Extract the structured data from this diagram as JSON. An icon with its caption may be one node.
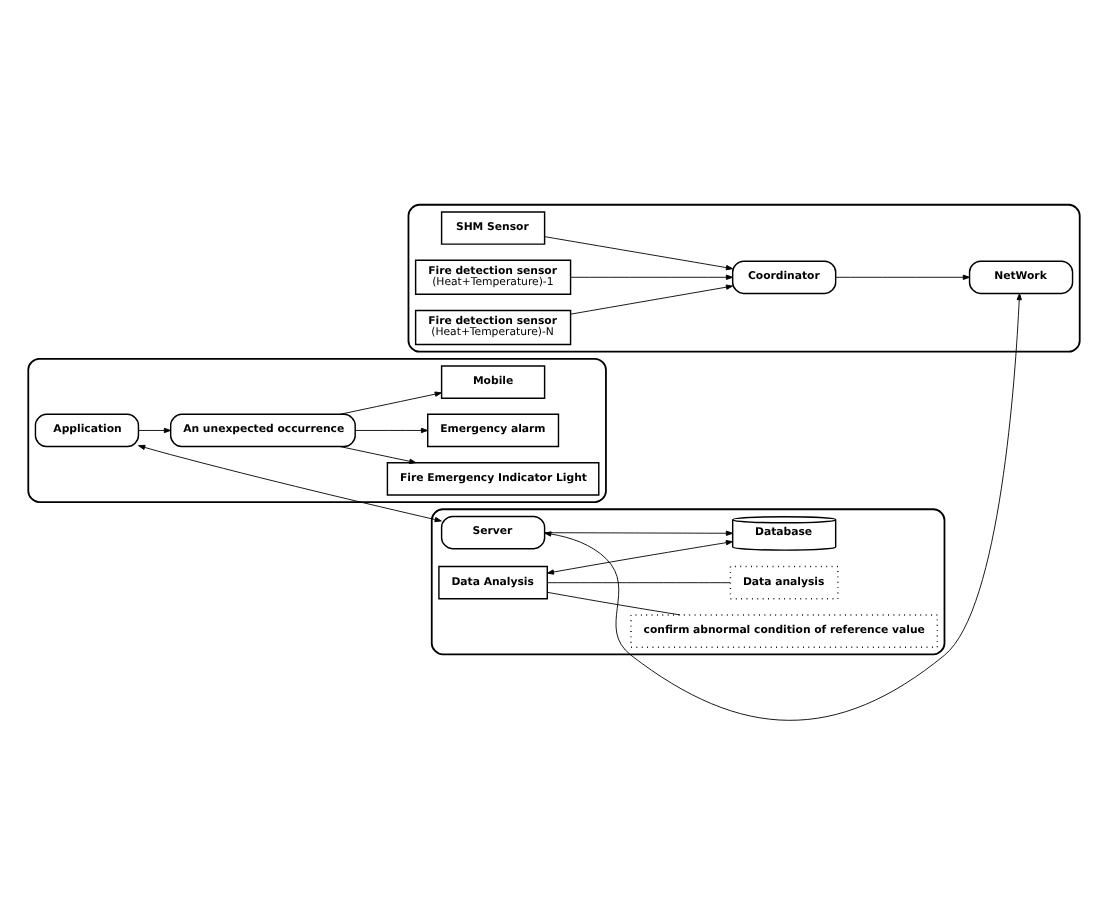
{
  "diagram": {
    "nodes": [
      {
        "text": [],
        "shape": "box"
      },
      {
        "text": [
          "SHM Sensor"
        ],
        "in": 0
      },
      {
        "text": [
          "Fire detection sensor",
          "(Heat+Temperature)-1"
        ],
        "in": 0
      },
      {
        "text": [
          "Fire detection sensor",
          "(Heat+Temperature)-N"
        ],
        "in": 0
      },
      {
        "text": [
          "Coordinator"
        ],
        "in": 0
      },
      {
        "text": [
          "NetWork"
        ],
        "in": 0
      },
      {
        "text": [],
        "shape": "box"
      },
      {
        "text": [
          "Server"
        ],
        "in": 6
      },
      {
        "text": [
          "Data Analysis"
        ],
        "in": 6
      },
      {
        "text": [
          "Database"
        ],
        "in": 6
      },
      {
        "text": [
          "confirm abnormal condition of reference value"
        ],
        "in": 6
      },
      {
        "text": [
          "Data analysis"
        ],
        "in": 6
      },
      {
        "text": [],
        "shape": "box"
      },
      {
        "text": [
          "Fire Emergency Indicator Light"
        ],
        "in": 12
      },
      {
        "text": [
          "Emergency alarm"
        ],
        "in": 12
      },
      {
        "text": [
          "Mobile"
        ],
        "in": 12
      },
      {
        "text": [
          "An unexpected occurrence"
        ],
        "in": 12
      },
      {
        "text": [
          "Application"
        ],
        "in": 12
      }
    ],
    "edges": [
      {
        "from": 1,
        "to": 4,
        "arrow": "to"
      },
      {
        "from": 2,
        "to": 4,
        "arrow": "to"
      },
      {
        "from": 3,
        "to": 4,
        "arrow": "to"
      },
      {
        "from": 4,
        "to": 5,
        "arrow": "to"
      },
      {
        "from": 5,
        "to": 7,
        "arrow": "both"
      },
      {
        "from": 7,
        "to": 9,
        "arrow": "to"
      },
      {
        "from": 8,
        "to": 9,
        "arrow": "both"
      },
      {
        "from": 8,
        "to": 10,
        "arrow": "none"
      },
      {
        "from": 8,
        "to": 11,
        "arrow": "none"
      },
      {
        "from": 7,
        "to": 17,
        "arrow": "both"
      },
      {
        "from": 17,
        "to": 16,
        "arrow": "to"
      },
      {
        "from": 16,
        "to": 13,
        "arrow": "to"
      },
      {
        "from": 16,
        "to": 14,
        "arrow": "to"
      },
      {
        "from": 16,
        "to": 15,
        "arrow": "to"
      }
    ]
  }
}
